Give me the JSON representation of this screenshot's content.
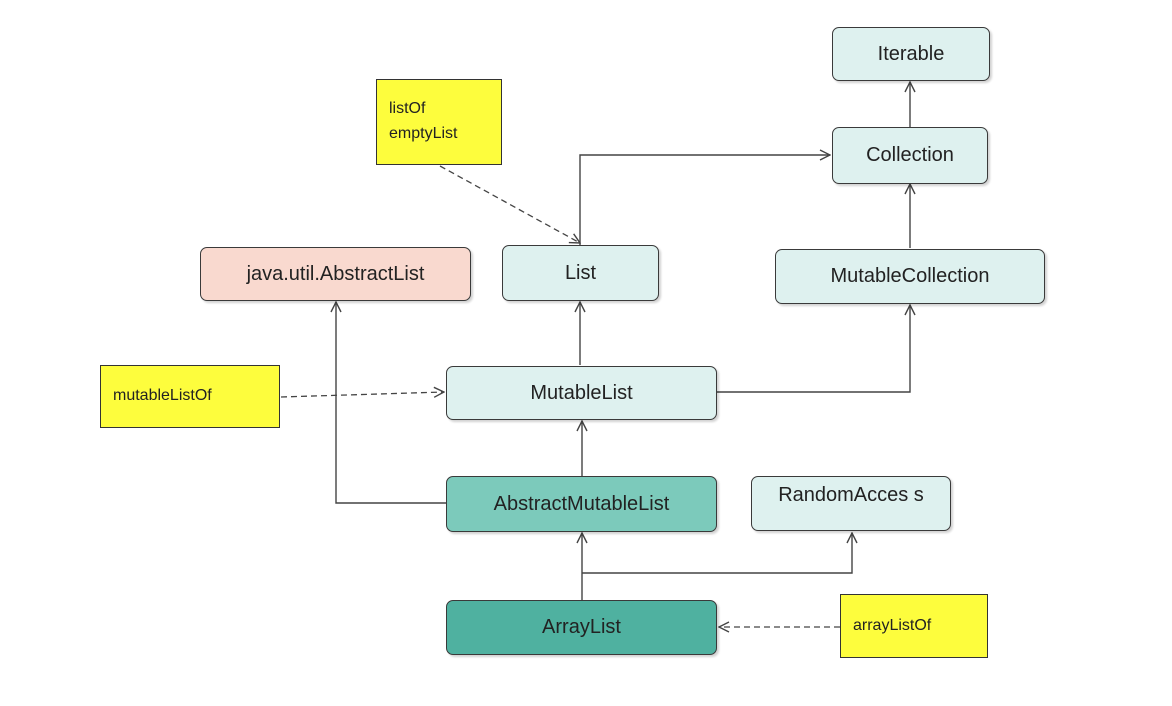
{
  "nodes": {
    "iterable": "Iterable",
    "collection": "Collection",
    "mutable_collection": "MutableCollection",
    "list": "List",
    "abstract_list": "java.util.AbstractList",
    "mutable_list": "MutableList",
    "abstract_mutable_list": "AbstractMutableList",
    "random_access": "RandomAcces s",
    "array_list": "ArrayList"
  },
  "notes": {
    "list_of": "listOf\nemptyList",
    "mutable_list_of": "mutableListOf",
    "array_list_of": "arrayListOf"
  },
  "colors": {
    "interface_fill": "#def1ef",
    "abstract_fill": "#7ccabb",
    "class_fill": "#4fb1a0",
    "java_fill": "#f9d9cf",
    "note_fill": "#fdfd3d",
    "line": "#444444"
  }
}
